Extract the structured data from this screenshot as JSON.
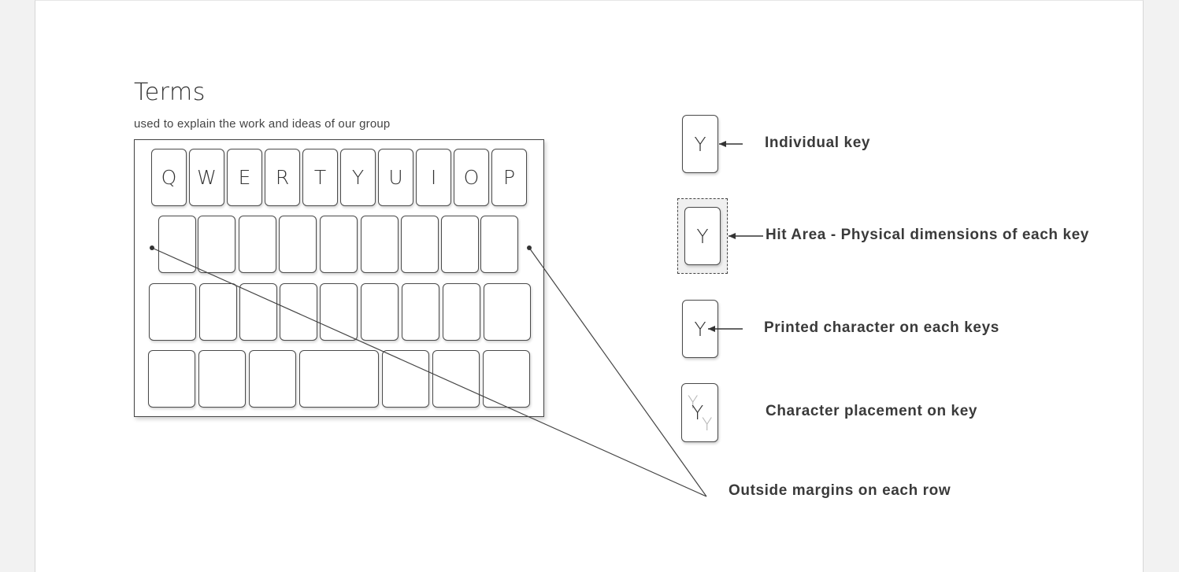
{
  "header": {
    "title": "Terms",
    "subtitle": "used to explain the work and ideas of our group"
  },
  "keyboard": {
    "row1_letters": [
      "Q",
      "W",
      "E",
      "R",
      "T",
      "Y",
      "U",
      "I",
      "O",
      "P"
    ]
  },
  "legend": {
    "key_glyph": "Y",
    "individual_key": "Individual key",
    "hit_area": "Hit Area - Physical dimensions of each key",
    "printed_character": "Printed character on each keys",
    "character_placement": "Character placement on key",
    "outside_margins": "Outside margins on each row"
  },
  "colors": {
    "background": "#f2f2f2",
    "slide": "#ffffff",
    "stroke": "#444444",
    "text": "#333333",
    "ghost_glyph": "#b5b5b5"
  }
}
